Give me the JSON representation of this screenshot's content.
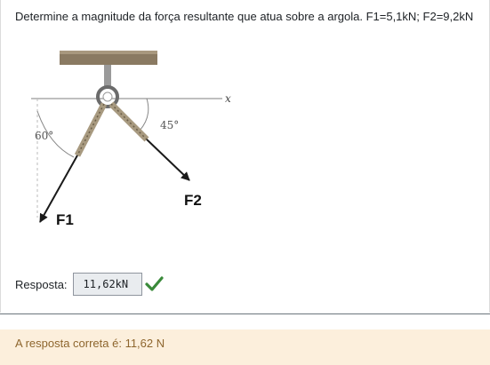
{
  "question": {
    "text": "Determine a magnitude da força resultante que atua sobre a argola. F1=5,1kN; F2=9,2kN"
  },
  "figure": {
    "angle_left": "60°",
    "angle_right": "45°",
    "axis_label": "x",
    "force1_label": "F1",
    "force2_label": "F2"
  },
  "answer": {
    "label": "Resposta:",
    "value": "11,62kN",
    "status_icon": "check-icon",
    "status_color": "#3a8a3a"
  },
  "feedback": {
    "text": "A resposta correta é: 11,62 N",
    "background": "#fcefdc",
    "color": "#8e662e"
  }
}
